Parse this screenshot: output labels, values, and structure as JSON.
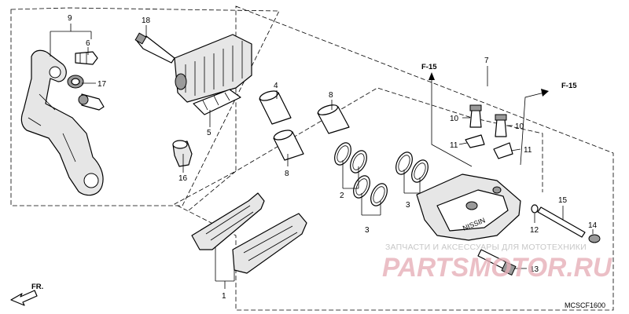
{
  "diagram": {
    "parts": [
      {
        "id": "p1",
        "label": "1"
      },
      {
        "id": "p2",
        "label": "2"
      },
      {
        "id": "p3a",
        "label": "3"
      },
      {
        "id": "p3b",
        "label": "3"
      },
      {
        "id": "p4",
        "label": "4"
      },
      {
        "id": "p5",
        "label": "5"
      },
      {
        "id": "p6",
        "label": "6"
      },
      {
        "id": "p7",
        "label": "7"
      },
      {
        "id": "p8a",
        "label": "8"
      },
      {
        "id": "p8b",
        "label": "8"
      },
      {
        "id": "p9",
        "label": "9"
      },
      {
        "id": "p10a",
        "label": "10"
      },
      {
        "id": "p10b",
        "label": "10"
      },
      {
        "id": "p11a",
        "label": "11"
      },
      {
        "id": "p11b",
        "label": "11"
      },
      {
        "id": "p12",
        "label": "12"
      },
      {
        "id": "p13",
        "label": "13"
      },
      {
        "id": "p14",
        "label": "14"
      },
      {
        "id": "p15",
        "label": "15"
      },
      {
        "id": "p16",
        "label": "16"
      },
      {
        "id": "p17",
        "label": "17"
      },
      {
        "id": "p18",
        "label": "18"
      }
    ],
    "refs": {
      "f15_left": "F-15",
      "f15_right": "F-15"
    },
    "direction_label": "FR.",
    "caliper_brand": "NISSIN",
    "diagram_code": "MCSCF1600"
  },
  "watermark": {
    "line1": "ЗАПЧАСТИ И АКСЕССУАРЫ ДЛЯ МОТОТЕХНИКИ",
    "line2": "PARTSMOTOR.RU"
  }
}
